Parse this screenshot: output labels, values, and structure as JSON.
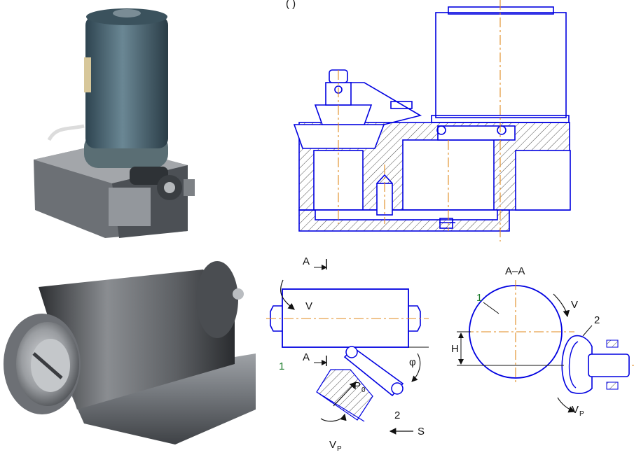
{
  "colors": {
    "drawing_line": "#0000e0",
    "axis_line": "#e08a1e",
    "hatch_line": "#222222",
    "motor_body": "#4e6a78",
    "steel": "#8c8f93",
    "label_green": "#1a7a2a"
  },
  "top_caption": "(           )",
  "cross_section": {
    "label": "A–A",
    "part_1": "1",
    "part_2": "2",
    "speed_v": "V",
    "speed_vp_main": "V",
    "speed_vp_sub": "P",
    "height": "H"
  },
  "side_view": {
    "section_mark_top": "A",
    "section_mark_bottom": "A",
    "speed_v": "V",
    "part_1": "1",
    "part_2": "2",
    "force_main": "P",
    "force_sub": "0",
    "angle": "φ",
    "feed": "S",
    "speed_vp_main": "V",
    "speed_vp_sub": "P"
  }
}
